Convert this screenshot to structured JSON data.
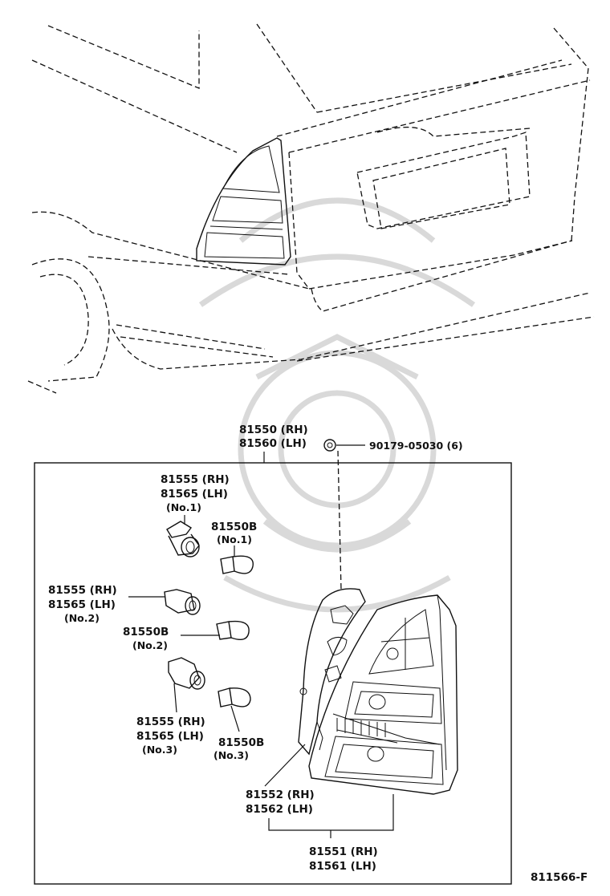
{
  "diagram": {
    "callouts": {
      "assy_rh": "81550 (RH)",
      "assy_lh": "81560 (LH)",
      "screw": "90179-05030 (6)",
      "socket1_rh": "81555 (RH)",
      "socket1_lh": "81565 (LH)",
      "socket1_no": "(No.1)",
      "bulb1_pn": "81550B",
      "bulb1_no": "(No.1)",
      "socket2_rh": "81555 (RH)",
      "socket2_lh": "81565 (LH)",
      "socket2_no": "(No.2)",
      "bulb2_pn": "81550B",
      "bulb2_no": "(No.2)",
      "socket3_rh": "81555 (RH)",
      "socket3_lh": "81565 (LH)",
      "socket3_no": "(No.3)",
      "bulb3_pn": "81550B",
      "bulb3_no": "(No.3)",
      "gasket_rh": "81552 (RH)",
      "gasket_lh": "81562 (LH)",
      "lens_rh": "81551 (RH)",
      "lens_lh": "81561 (LH)"
    },
    "figure_id": "811566-F"
  }
}
